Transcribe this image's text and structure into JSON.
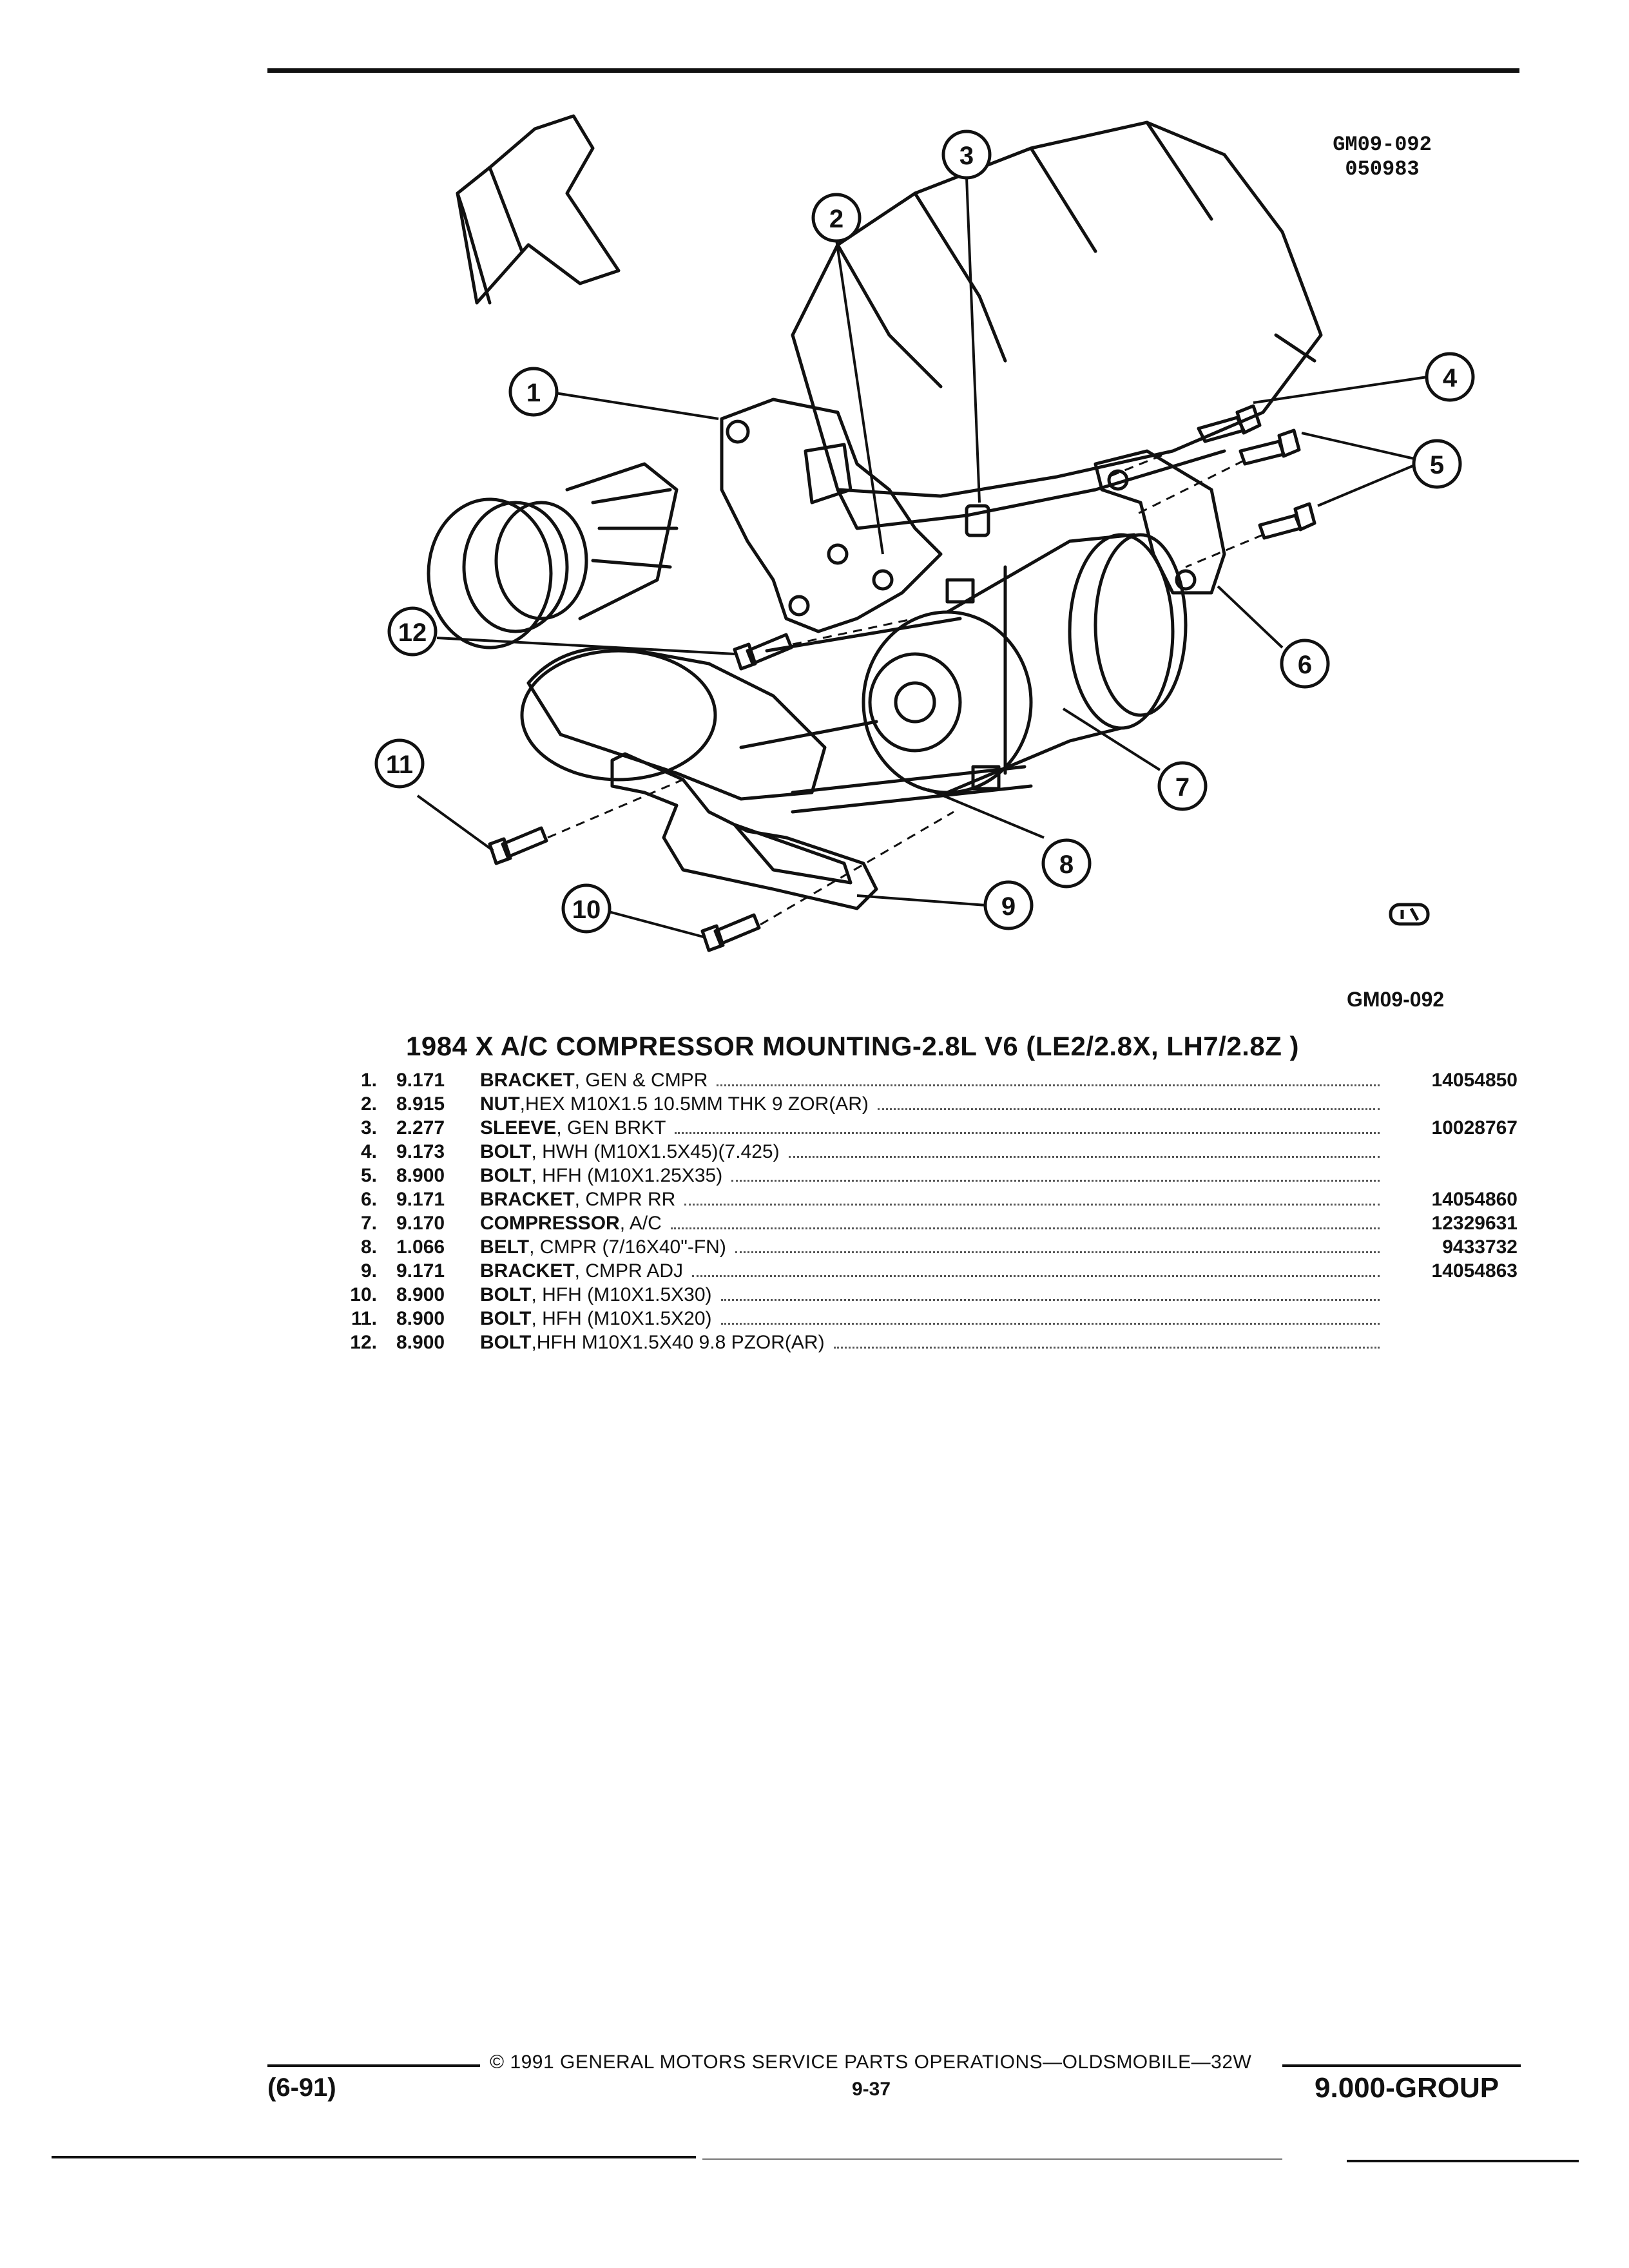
{
  "figure": {
    "id_top_line1": "GM09-092",
    "id_top_line2": "050983",
    "id_bottom": "GM09-092",
    "callouts": [
      "1",
      "2",
      "3",
      "4",
      "5",
      "6",
      "7",
      "8",
      "9",
      "10",
      "11",
      "12"
    ]
  },
  "title": "1984 X A/C COMPRESSOR MOUNTING-2.8L V6 (LE2/2.8X, LH7/2.8Z )",
  "parts": [
    {
      "num": "1.",
      "group": "9.171",
      "name": "BRACKET",
      "desc": ", GEN & CMPR",
      "part_no": "14054850"
    },
    {
      "num": "2.",
      "group": "8.915",
      "name": "NUT",
      "desc": ",HEX M10X1.5 10.5MM THK 9 ZOR(AR)",
      "part_no": ""
    },
    {
      "num": "3.",
      "group": "2.277",
      "name": "SLEEVE",
      "desc": ", GEN BRKT",
      "part_no": "10028767"
    },
    {
      "num": "4.",
      "group": "9.173",
      "name": "BOLT",
      "desc": ", HWH (M10X1.5X45)(7.425)",
      "part_no": ""
    },
    {
      "num": "5.",
      "group": "8.900",
      "name": "BOLT",
      "desc": ", HFH (M10X1.25X35)",
      "part_no": ""
    },
    {
      "num": "6.",
      "group": "9.171",
      "name": "BRACKET",
      "desc": ", CMPR RR",
      "part_no": "14054860"
    },
    {
      "num": "7.",
      "group": "9.170",
      "name": "COMPRESSOR",
      "desc": ", A/C",
      "part_no": "12329631"
    },
    {
      "num": "8.",
      "group": "1.066",
      "name": "BELT",
      "desc": ", CMPR (7/16X40\"-FN)",
      "part_no": "9433732"
    },
    {
      "num": "9.",
      "group": "9.171",
      "name": "BRACKET",
      "desc": ", CMPR ADJ",
      "part_no": "14054863"
    },
    {
      "num": "10.",
      "group": "8.900",
      "name": "BOLT",
      "desc": ", HFH (M10X1.5X30)",
      "part_no": ""
    },
    {
      "num": "11.",
      "group": "8.900",
      "name": "BOLT",
      "desc": ", HFH (M10X1.5X20)",
      "part_no": ""
    },
    {
      "num": "12.",
      "group": "8.900",
      "name": "BOLT",
      "desc": ",HFH M10X1.5X40 9.8 PZOR(AR)",
      "part_no": ""
    }
  ],
  "footer": {
    "date": "(6-91)",
    "copyright": "© 1991 GENERAL MOTORS SERVICE PARTS OPERATIONS—OLDSMOBILE—32W",
    "page": "9-37",
    "group": "9.000-GROUP"
  }
}
